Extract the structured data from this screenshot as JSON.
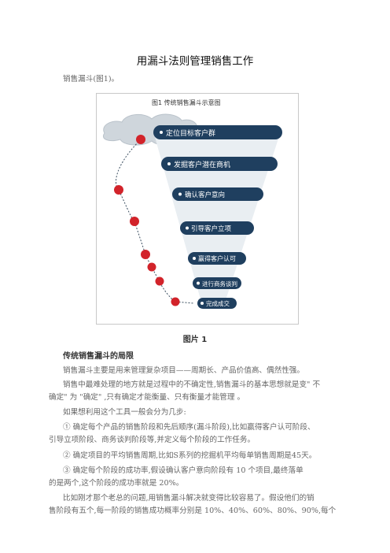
{
  "title": "用漏斗法则管理销售工作",
  "intro": "销售漏斗(图1)。",
  "figure": {
    "label": "图1    传统销售漏斗示意图",
    "stages": [
      "定位目标客户群",
      "发掘客户潜在商机",
      "确认客户意向",
      "引导客户立项",
      "赢得客户认可",
      "进行商务谈判",
      "完成成交"
    ],
    "colors": {
      "funnel": "#1f3f5f",
      "dot": "#d2232a",
      "cloud": "#cfd6dc"
    }
  },
  "caption": "图片 1",
  "section_heading": "传统销售漏斗的局限",
  "paragraphs": {
    "p1": "销售漏斗主要是用来管理复杂项目——周期长、产品价值高、偶然性强。",
    "p2a": "销售中最难处理的地方就是过程中的不确定性,销售漏斗的基本思想就是变\" 不",
    "p2b": "确定\" 为 \"确定\" ,只有确定才能衡量、只有衡量才能管理 。",
    "p3": "如果想利用这个工具一般会分为几步:",
    "p4a": "① 确定每个产品的销售阶段和先后顺序(漏斗阶段),比如赢得客户认可阶段、",
    "p4b": "引导立项阶段、商务谈判阶段等,并定义每个阶段的工作任务。",
    "p5": "② 确定项目的平均销售周期,比如S系列的挖掘机平均每单销售周期是45天。",
    "p6a": "③ 确定每个阶段的成功率,假设确认客户意向阶段有 10 个项目,最终落单",
    "p6b": "的是两个,这个阶段的成功率就是 20%。",
    "p7a": "比如刚才那个老总的问题,用销售漏斗解决就变得比较容易了。假设他们的销",
    "p7b": "售阶段有五个,每一阶段的销售成功概率分别是 10%、40%、60%、80%、90%,每个"
  }
}
